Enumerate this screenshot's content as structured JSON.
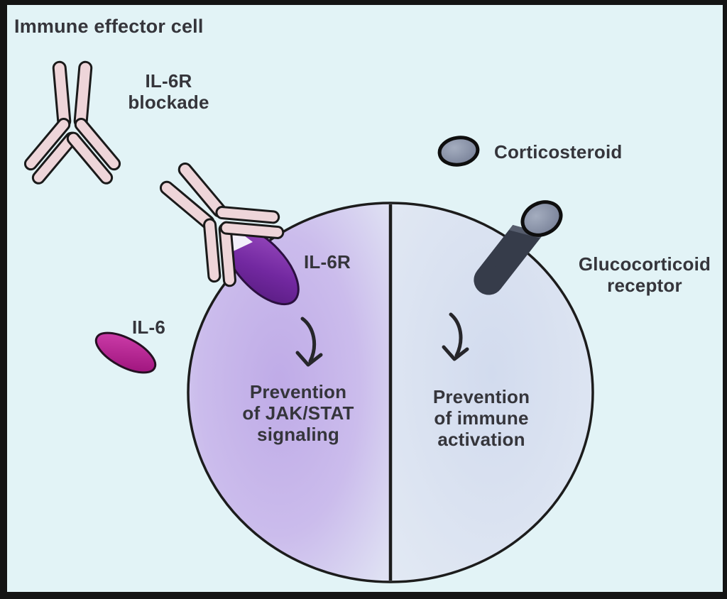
{
  "diagram": {
    "title": "Immune effector cell",
    "labels": {
      "il6r_blockade": "IL-6R\nblockade",
      "corticosteroid": "Corticosteroid",
      "glucocorticoid_receptor": "Glucocorticoid\nreceptor",
      "il6": "IL-6",
      "il6r": "IL-6R",
      "prevention_left": "Prevention\nof JAK/STAT\nsignaling",
      "prevention_right": "Prevention\nof immune\nactivation"
    },
    "colors": {
      "background": "#e2f3f6",
      "frame_border": "#141414",
      "cell_left_half": "#c4b2e8",
      "cell_right_half": "#d3dcee",
      "cell_outline": "#1c1c1c",
      "antibody_fill": "#eed5d9",
      "antibody_outline": "#1a1a1a",
      "il6r_receptor_purple": "#7228a0",
      "il6_magenta": "#bf2b9c",
      "steroid_gray": "#8a93a6",
      "glucocorticoid_receptor_dark": "#363c4a",
      "arrow": "#26262a",
      "text": "#35353b"
    }
  }
}
